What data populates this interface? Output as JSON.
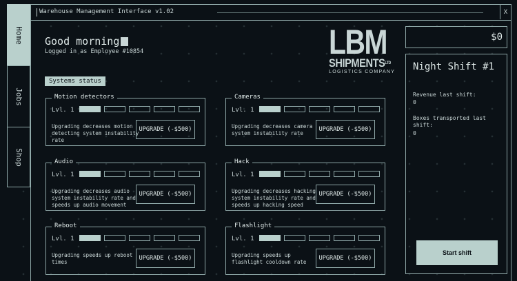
{
  "window": {
    "title": "Warehouse Management Interface v1.02",
    "close_label": "X"
  },
  "nav": {
    "tabs": [
      {
        "label": "Home"
      },
      {
        "label": "Jobs"
      },
      {
        "label": "Shop"
      }
    ]
  },
  "header": {
    "greeting": "Good morning",
    "logged_in": "Logged in as Employee #10854"
  },
  "logo": {
    "line1": "LBM",
    "line2": "SHIPMENTS",
    "line2_suffix": "LTD",
    "line3": "LOGISTICS COMPANY"
  },
  "systems": {
    "label": "Systems status",
    "modules": [
      {
        "name": "Motion detectors",
        "level": "Lvl. 1",
        "level_value": 1,
        "level_max": 5,
        "description": "Upgrading decreases motion detecting system instability rate",
        "button": "UPGRADE (-$500)"
      },
      {
        "name": "Cameras",
        "level": "Lvl. 1",
        "level_value": 1,
        "level_max": 5,
        "description": "Upgrading decreases camera system instability rate",
        "button": "UPGRADE (-$500)"
      },
      {
        "name": "Audio",
        "level": "Lvl. 1",
        "level_value": 1,
        "level_max": 5,
        "description": "Upgrading decreases audio system instability rate and speeds up audio movement",
        "button": "UPGRADE (-$500)"
      },
      {
        "name": "Hack",
        "level": "Lvl. 1",
        "level_value": 1,
        "level_max": 5,
        "description": "Upgrading decreases hacking system instability rate and speeds up hacking speed",
        "button": "UPGRADE (-$500)"
      },
      {
        "name": "Reboot",
        "level": "Lvl. 1",
        "level_value": 1,
        "level_max": 5,
        "description": "Upgrading speeds up reboot times",
        "button": "UPGRADE (-$500)"
      },
      {
        "name": "Flashlight",
        "level": "Lvl. 1",
        "level_value": 1,
        "level_max": 5,
        "description": "Upgrading speeds up flashlight cooldown rate",
        "button": "UPGRADE (-$500)"
      }
    ]
  },
  "wallet": {
    "balance": "$0"
  },
  "shift": {
    "title": "Night Shift #1",
    "revenue_label": "Revenue last shift:",
    "revenue_value": "0",
    "boxes_label": "Boxes transported last shift:",
    "boxes_value": "0",
    "start_button": "Start shift"
  },
  "colors": {
    "background": "#0b1116",
    "accent": "#b9d0cc",
    "border": "#8fa8a8",
    "text": "#c9d6d6"
  }
}
